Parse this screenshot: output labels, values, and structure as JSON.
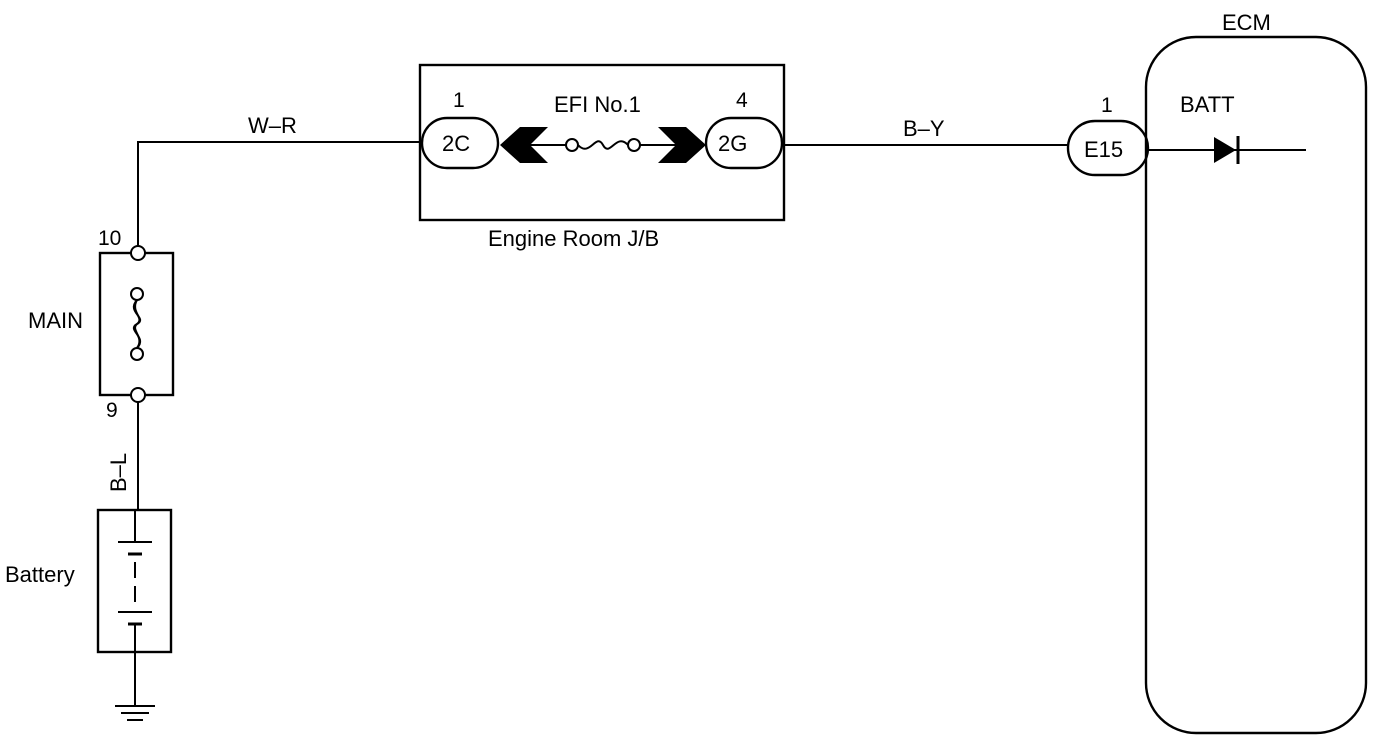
{
  "ecm": {
    "title": "ECM",
    "terminal": "BATT",
    "connector": "E15",
    "pin": "1"
  },
  "junction_block": {
    "name": "Engine Room J/B",
    "fuse": "EFI No.1",
    "left_connector": "2C",
    "left_pin": "1",
    "right_connector": "2G",
    "right_pin": "4"
  },
  "main_fuse": {
    "name": "MAIN",
    "top_pin": "10",
    "bottom_pin": "9"
  },
  "battery": {
    "name": "Battery"
  },
  "wires": {
    "main_to_jb": "W–R",
    "jb_to_ecm": "B–Y",
    "battery_to_main": "B–L"
  }
}
